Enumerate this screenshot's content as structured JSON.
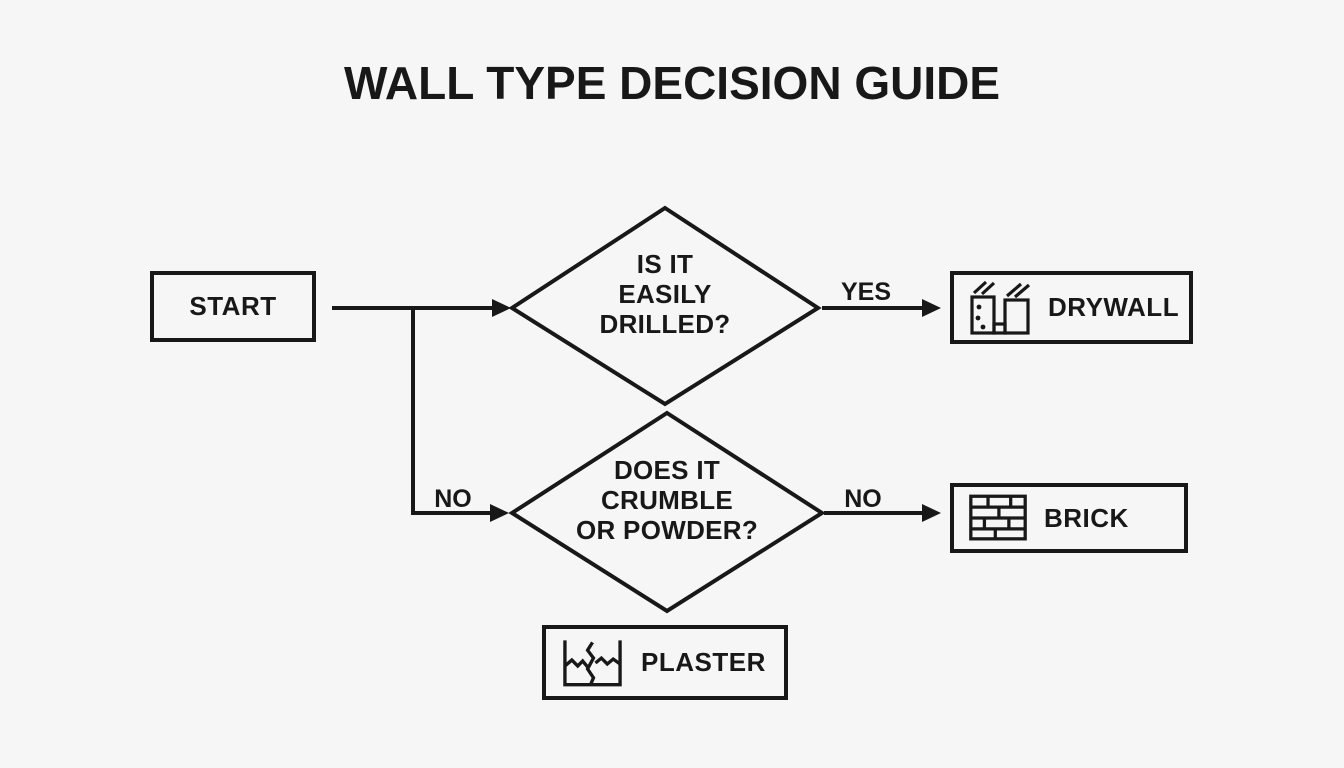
{
  "title": "WALL TYPE DECISION GUIDE",
  "nodes": {
    "start": {
      "label": "START"
    },
    "decision1": {
      "text": "IS IT\nEASILY\nDRILLED?"
    },
    "decision2": {
      "text": "DOES IT\nCRUMBLE\nOR POWDER?"
    },
    "drywall": {
      "label": "DRYWALL",
      "icon": "drywall-icon"
    },
    "brick": {
      "label": "BRICK",
      "icon": "brick-icon"
    },
    "plaster": {
      "label": "PLASTER",
      "icon": "plaster-icon"
    }
  },
  "edges": {
    "yes": "YES",
    "no_branch": "NO",
    "no_right": "NO"
  },
  "colors": {
    "ink": "#181818",
    "background": "#f6f6f6"
  }
}
